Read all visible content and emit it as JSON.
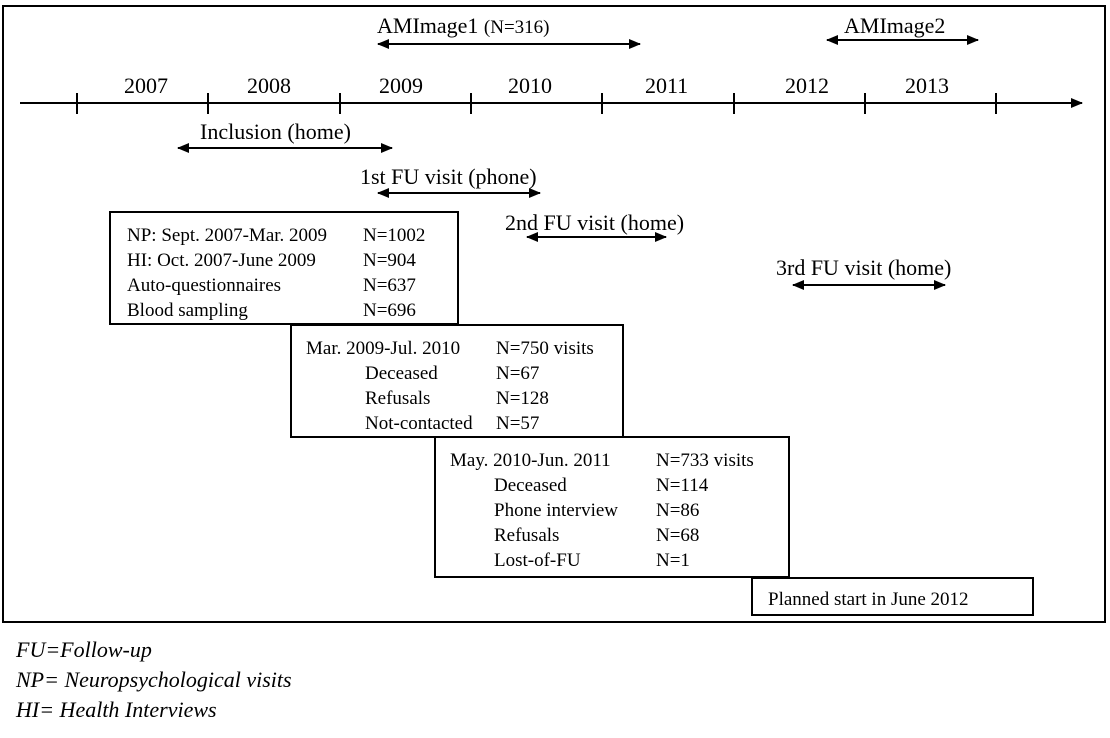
{
  "years": [
    "2007",
    "2008",
    "2009",
    "2010",
    "2011",
    "2012",
    "2013"
  ],
  "labels": {
    "amimage1": "AMImage1",
    "amimage1_n": "(N=316)",
    "amimage2": "AMImage2",
    "inclusion": "Inclusion (home)",
    "fu1": "1st FU visit (phone)",
    "fu2": "2nd FU visit (home)",
    "fu3": "3rd FU visit (home)"
  },
  "box1": [
    {
      "label": "NP: Sept. 2007-Mar. 2009",
      "value": "N=1002"
    },
    {
      "label": "HI: Oct. 2007-June 2009",
      "value": "N=904"
    },
    {
      "label": "Auto-questionnaires",
      "value": "N=637"
    },
    {
      "label": "Blood sampling",
      "value": "N=696"
    }
  ],
  "box2": {
    "header_label": "Mar. 2009-Jul. 2010",
    "header_value": "N=750 visits",
    "rows": [
      {
        "label": "Deceased",
        "value": "N=67"
      },
      {
        "label": "Refusals",
        "value": "N=128"
      },
      {
        "label": "Not-contacted",
        "value": "N=57"
      }
    ]
  },
  "box3": {
    "header_label": "May. 2010-Jun. 2011",
    "header_value": "N=733 visits",
    "rows": [
      {
        "label": "Deceased",
        "value": "N=114"
      },
      {
        "label": "Phone interview",
        "value": "N=86"
      },
      {
        "label": "Refusals",
        "value": "N=68"
      },
      {
        "label": "Lost-of-FU",
        "value": "N=1"
      }
    ]
  },
  "box4": "Planned start in June 2012",
  "legend": [
    "FU=Follow-up",
    "NP= Neuropsychological visits",
    "HI= Health Interviews"
  ]
}
